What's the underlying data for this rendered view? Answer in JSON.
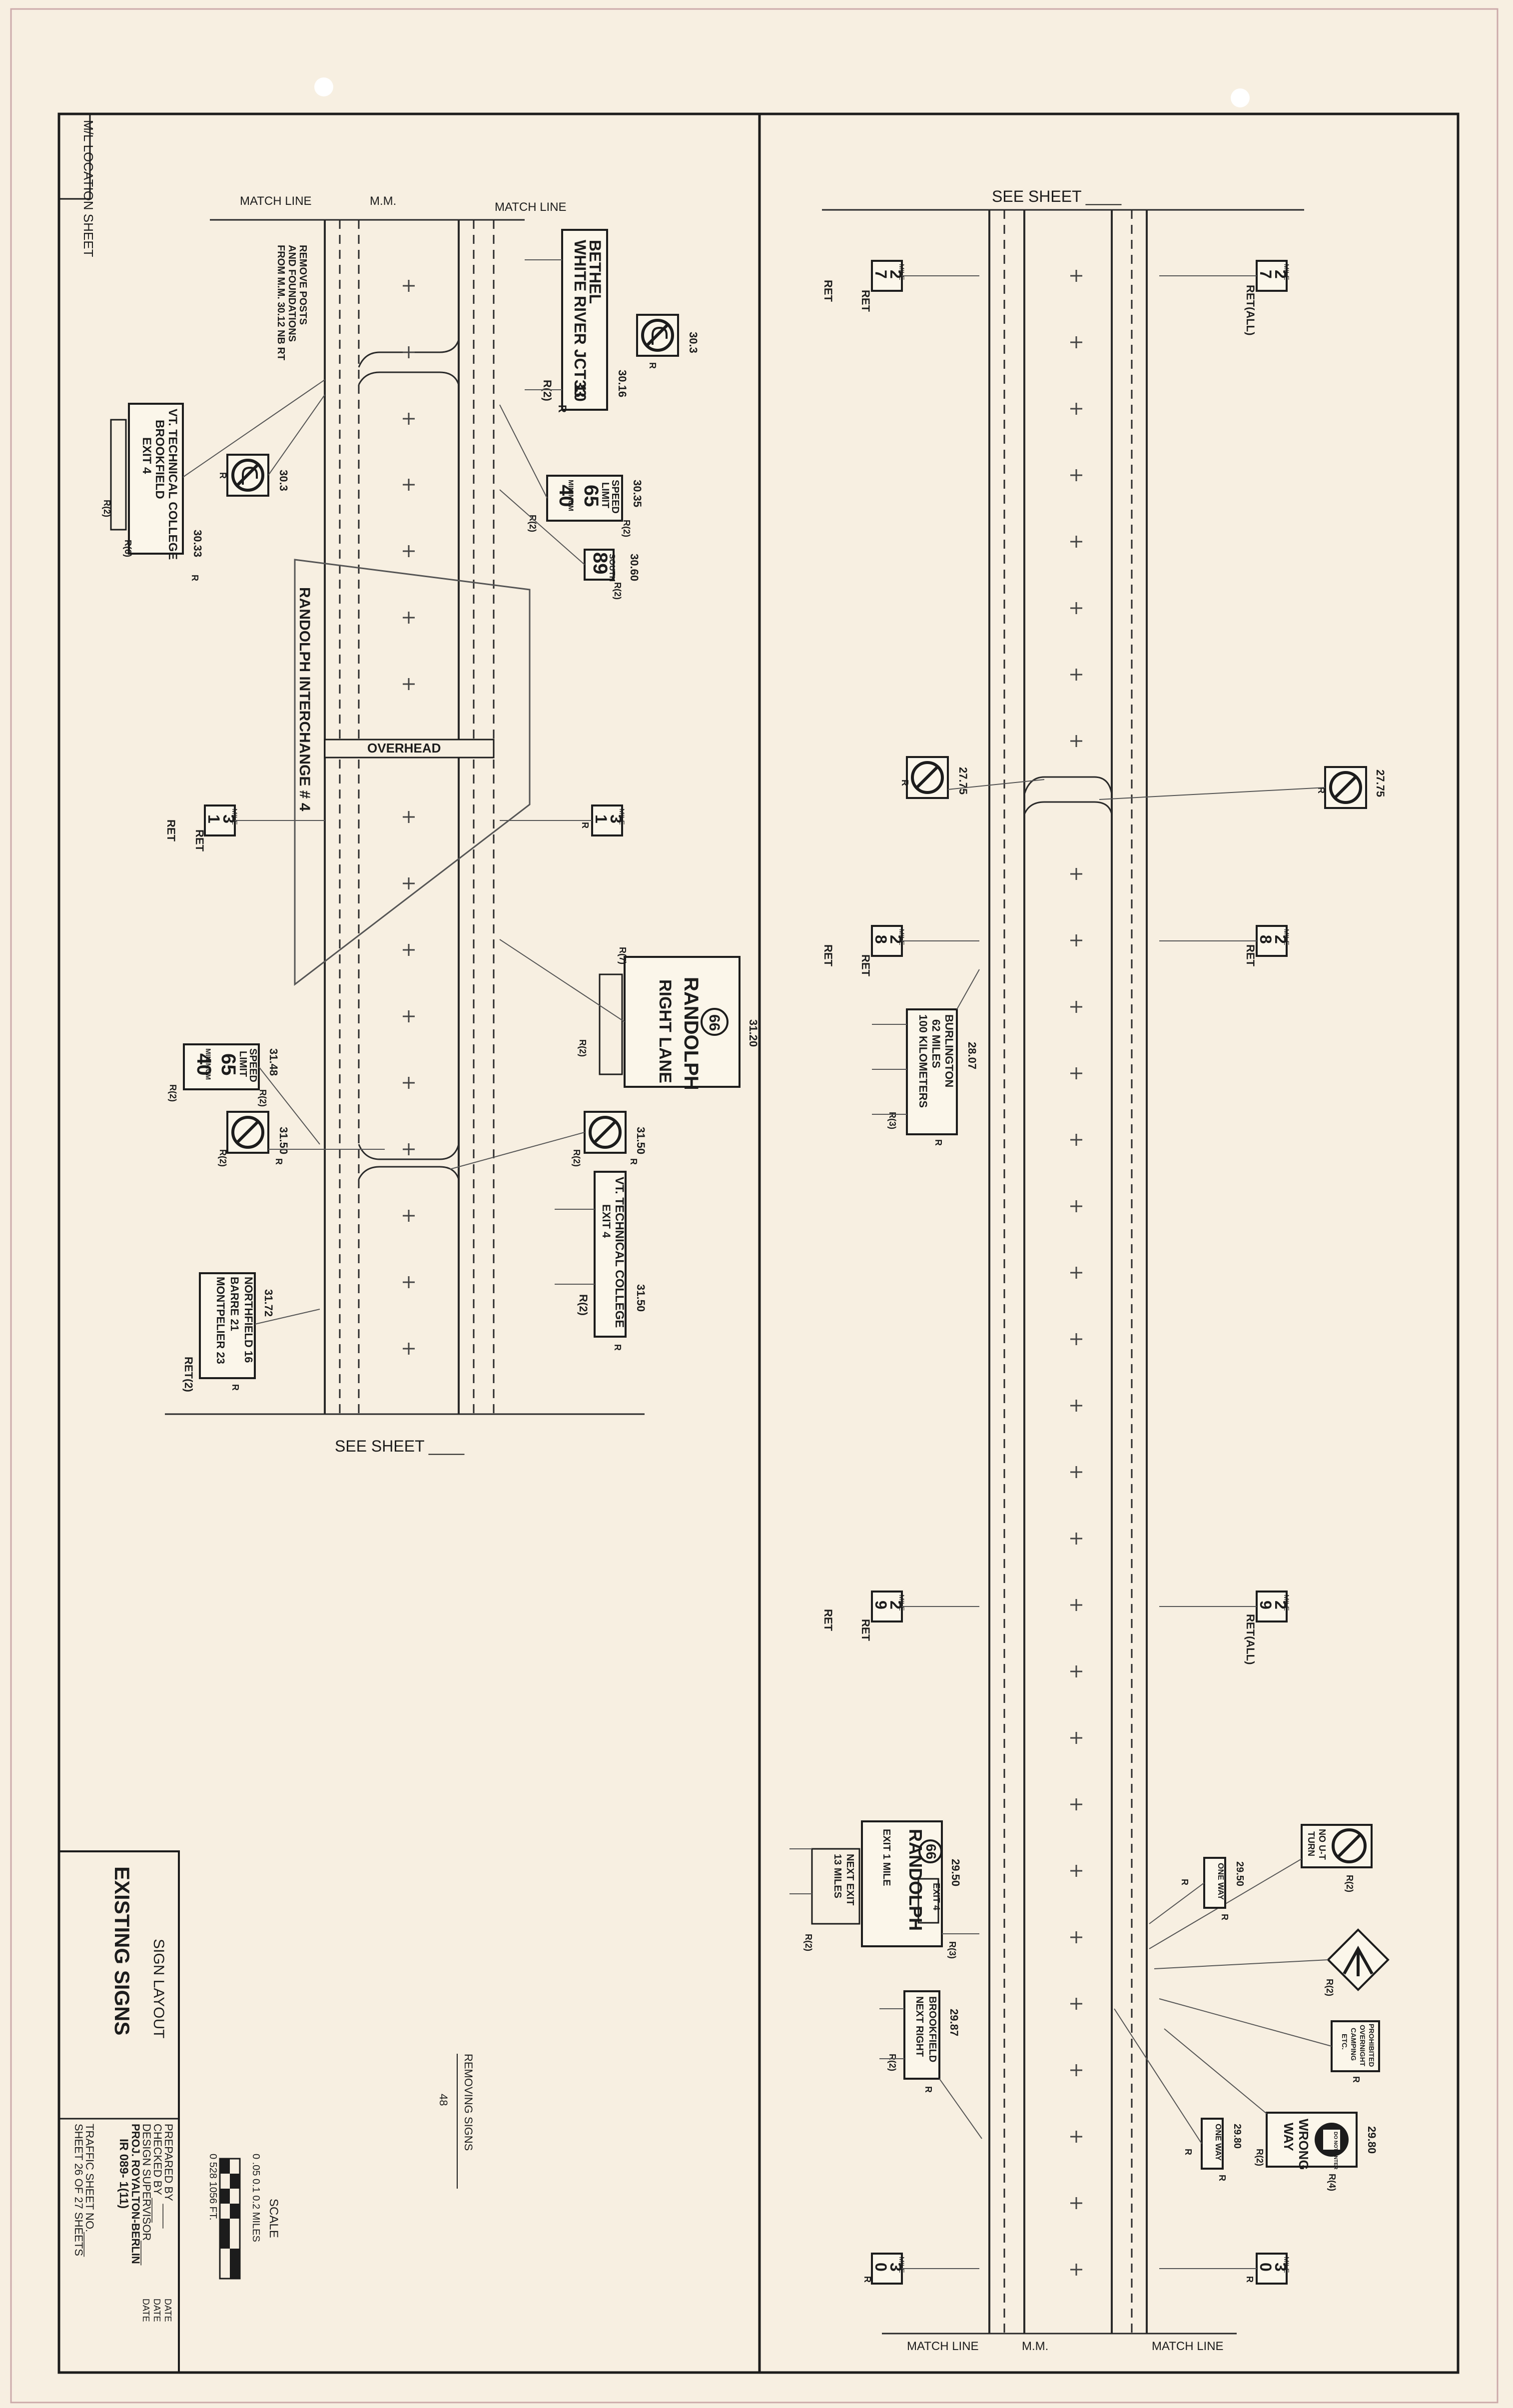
{
  "title_block": {
    "sheet_title": "EXISTING SIGNS",
    "subtitle": "SIGN LAYOUT",
    "prepared_by": "PREPARED BY ____",
    "checked_by": "CHECKED BY ____",
    "design_supervisor": "DESIGN SUPERVISOR____",
    "project": "PROJ. ROYALTON-BERLIN",
    "project_number": "IR 089- 1(11)",
    "traffic_sheet": "TRAFFIC SHEET NO.____",
    "sheet_of": "SHEET 26 OF 27 SHEETS",
    "date_label": "DATE",
    "scale_label": "SCALE",
    "scale_miles": "0   .05  0.1          0.2 MILES",
    "scale_feet": "0          528         1056 FT.",
    "removing_signs": "REMOVING SIGNS",
    "removing_count": "48",
    "corner_tab": "M/L LOCATION SHEET"
  },
  "left_panel": {
    "match_line_top_left": "MATCH LINE",
    "mm_label": "M.M.",
    "match_line_top_right": "MATCH LINE",
    "see_sheet_bottom": "SEE SHEET ____",
    "interchange_label": "RANDOLPH INTERCHANGE # 4",
    "overhead_label": "OVERHEAD",
    "remove_note": [
      "REMOVE POSTS",
      "AND FOUNDATIONS",
      "FROM M.M. 30.12 NB RT"
    ],
    "signs": {
      "bethel": {
        "lines": [
          "BETHEL",
          "WHITE RIVER JCT  10",
          "33"
        ],
        "mm": "30.16",
        "tag": "R",
        "ret": "R(2)"
      },
      "nouturn_303_nb": {
        "mm": "30.3",
        "tag": "R"
      },
      "vttech_top": {
        "lines": [
          "VT. TECHNICAL COLLEGE",
          "BROOKFIELD",
          "EXIT 4"
        ],
        "mm": "30.33",
        "tag": "R",
        "tags": [
          "R(6)",
          "R(2)"
        ]
      },
      "nouturn_303_sb": {
        "mm": "30.3",
        "tag": "R"
      },
      "speed_top": {
        "lines": [
          "SPEED",
          "LIMIT",
          "65",
          "MINIMUM",
          "40"
        ],
        "mm": "30.35",
        "tag": "R(2)",
        "ret": "R(2)"
      },
      "i89_south": {
        "lines": [
          "SOUTH",
          "89"
        ],
        "mm": "30.60",
        "tag": "R(2)"
      },
      "mile_31_nb": {
        "mile": "MILE",
        "digits": [
          "3",
          "1"
        ],
        "tag": "R"
      },
      "mile_31_sb": {
        "mile": "MILE",
        "digits": [
          "3",
          "1"
        ],
        "ret": "RET"
      },
      "randolph_rl": {
        "lines": [
          "66",
          "RANDOLPH",
          "RIGHT LANE"
        ],
        "mm": "31.20",
        "tags": [
          "R(7)",
          "R(2)"
        ]
      },
      "speed_bot": {
        "lines": [
          "SPEED",
          "LIMIT",
          "65",
          "MINIMUM",
          "40"
        ],
        "mm": "31.48",
        "tag": "R(2)",
        "ret": "R(2)"
      },
      "nouturn_3150_sb": {
        "mm": "31.50",
        "tag": "R",
        "ret": "R(2)"
      },
      "nouturn_3150_nb": {
        "mm": "31.50",
        "tag": "R",
        "ret": "R(2)"
      },
      "vttech_bot": {
        "lines": [
          "VT. TECHNICAL COLLEGE",
          "EXIT 4"
        ],
        "mm": "31.50",
        "tag": "R",
        "ret": "R(2)"
      },
      "northfield": {
        "lines": [
          "NORTHFIELD  16",
          "BARRE        21",
          "MONTPELIER  23"
        ],
        "mm": "31.72",
        "tag": "R",
        "ret": "RET(2)"
      }
    }
  },
  "right_panel": {
    "see_sheet_top": "SEE SHEET ____",
    "match_line_bottom_left": "MATCH LINE",
    "mm_label": "M.M.",
    "match_line_bottom_right": "MATCH LINE",
    "signs": {
      "mile_27_sb": {
        "mile": "MILE",
        "digits": [
          "2",
          "7"
        ],
        "ret": "RET"
      },
      "mile_27_nb": {
        "mile": "MILE",
        "digits": [
          "2",
          "7"
        ],
        "ret": "RET(ALL)"
      },
      "nouturn_2775_sb": {
        "mm": "27.75",
        "tag": "R"
      },
      "nouturn_2775_nb": {
        "mm": "27.75",
        "tag": "R"
      },
      "mile_28_sb": {
        "mile": "MILE",
        "digits": [
          "2",
          "8"
        ],
        "ret": "RET"
      },
      "mile_28_nb": {
        "mile": "MILE",
        "digits": [
          "2",
          "8"
        ],
        "ret": "RET"
      },
      "burlington": {
        "lines": [
          "BURLINGTON",
          "62 MILES",
          "100 KILOMETERS"
        ],
        "mm": "28.07",
        "tag": "R",
        "ret": "R(3)"
      },
      "mile_29_sb": {
        "mile": "MILE",
        "digits": [
          "2",
          "9"
        ],
        "ret": "RET"
      },
      "mile_29_nb": {
        "mile": "MILE",
        "digits": [
          "2",
          "9"
        ],
        "ret": "RET(ALL)"
      },
      "no_uturn_2": {
        "lines": [
          "NO U-T",
          "TURN"
        ],
        "tag": "R(2)"
      },
      "one_way_top": {
        "lines": [
          "ONE WAY"
        ],
        "mm": "29.50",
        "tag": "R"
      },
      "randolph_exit": {
        "lines": [
          "EXIT 4",
          "66",
          "RANDOLPH",
          "EXIT 1 MILE",
          "NEXT EXIT",
          "13 MILES"
        ],
        "mm": "29.50",
        "tag": "R(3)",
        "ret": "R(2)"
      },
      "merge": {
        "tag": "R(2)"
      },
      "prohibited": {
        "lines": [
          "PROHIBITED",
          "OVERNIGHT",
          "CAMPING",
          "ETC."
        ],
        "tag": "R"
      },
      "brookfield": {
        "lines": [
          "BROOKFIELD",
          "NEXT RIGHT"
        ],
        "mm": "29.87",
        "tag": "R",
        "ret": "R(2)"
      },
      "wrong_way": {
        "lines": [
          "DO NOT ENTER",
          "WRONG",
          "WAY"
        ],
        "mm": "29.80",
        "tag": "R(4)",
        "ret": "R(2)"
      },
      "one_way_bot": {
        "lines": [
          "ONE WAY"
        ],
        "mm": "29.80",
        "tag": "R"
      },
      "mile_30_sb": {
        "mile": "MILE",
        "digits": [
          "3",
          "0"
        ],
        "tag": "R"
      },
      "mile_30_nb": {
        "mile": "MILE",
        "digits": [
          "3",
          "0"
        ],
        "tag": "R"
      }
    }
  }
}
